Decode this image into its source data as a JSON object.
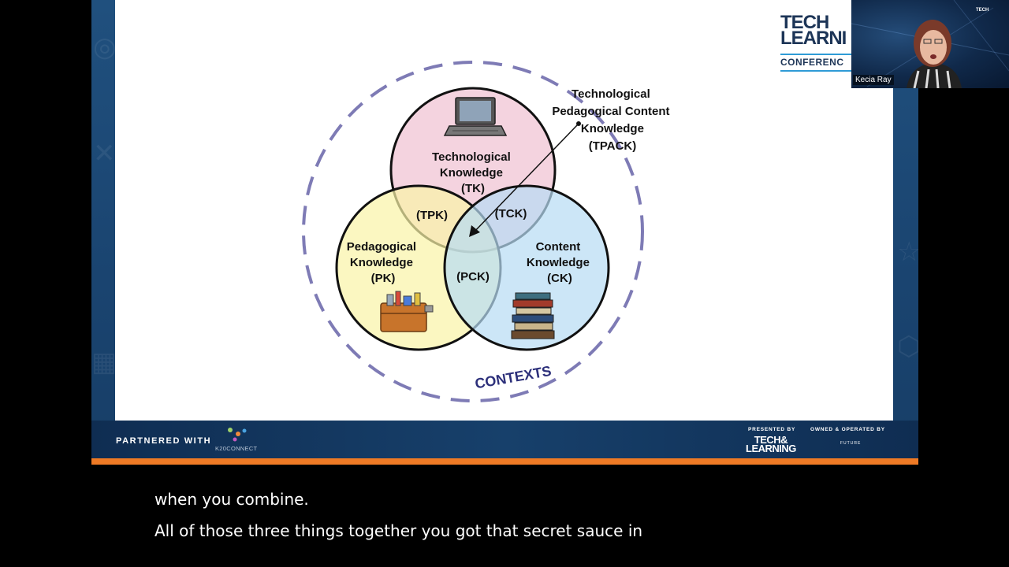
{
  "diagram": {
    "tpack_label": [
      "Technological",
      "Pedagogical Content",
      "Knowledge",
      "(TPACK)"
    ],
    "tk_label": [
      "Technological",
      "Knowledge",
      "(TK)"
    ],
    "pk_label": [
      "Pedagogical",
      "Knowledge",
      "(PK)"
    ],
    "ck_label": [
      "Content",
      "Knowledge",
      "(CK)"
    ],
    "tpk_label": "(TPK)",
    "tck_label": "(TCK)",
    "pck_label": "(PCK)",
    "contexts_label": "CONTEXTS",
    "colors": {
      "tk": "#f0c4d4",
      "pk": "#f9f3a6",
      "ck": "#b7dcf3",
      "context": "#7e7bb5"
    }
  },
  "logo": {
    "line1": "TECH",
    "line2": "LEARNI",
    "line3": "CONFERENC"
  },
  "footer": {
    "partnered_label": "PARTNERED WITH",
    "partner_name": "K20CONNECT",
    "presented_by": "PRESENTED BY",
    "presented_logo": [
      "TECH&",
      "LEARNING"
    ],
    "owned_by": "OWNED & OPERATED BY",
    "owner_name": "FUTURE"
  },
  "video": {
    "participant_name": "Kecia Ray"
  },
  "captions": {
    "line1": "when you combine.",
    "line2": "All of those three things together you got that secret sauce in"
  }
}
